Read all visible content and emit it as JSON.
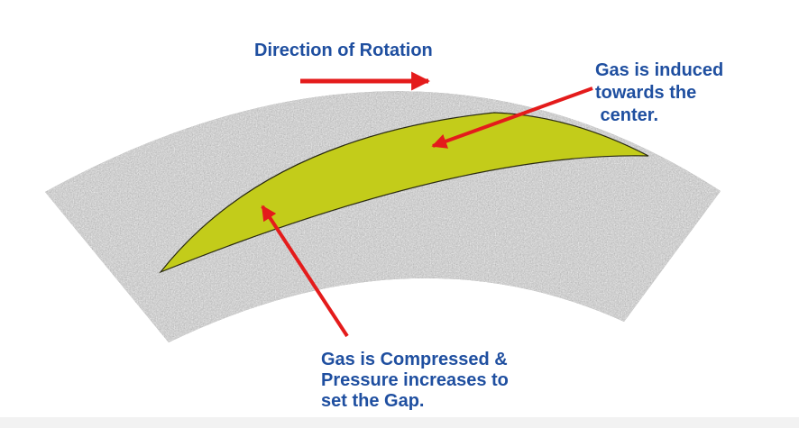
{
  "colors": {
    "text": "#1f4fa0",
    "arrow": "#e41b1b",
    "groove_fill": "#c3cc1a",
    "groove_stroke": "#2a2a10",
    "face_base": "#8c8c8c"
  },
  "labels": {
    "direction_of_rotation": "Direction of Rotation",
    "gas_induced": "Gas is induced\ntowards the\n center.",
    "gas_compressed": "Gas is Compressed &\nPressure increases to\nset the Gap."
  }
}
